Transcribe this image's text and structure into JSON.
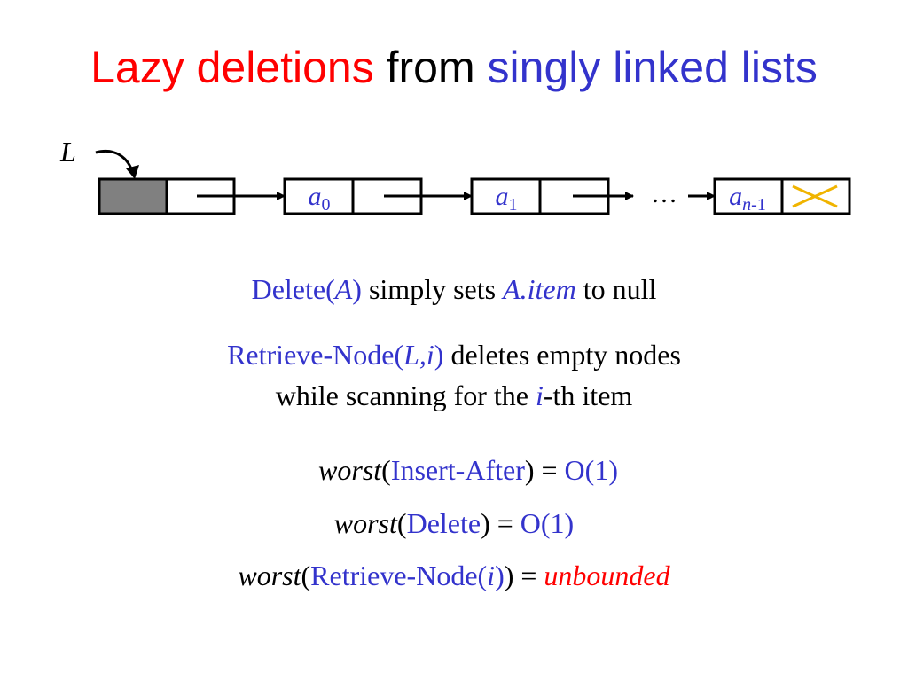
{
  "title": {
    "part1": "Lazy deletions",
    "part2": "from",
    "part3": "singly linked lists"
  },
  "diagram": {
    "head_label": "L",
    "nodes": [
      {
        "base": "a",
        "sub": "0"
      },
      {
        "base": "a",
        "sub": "1"
      },
      {
        "base": "a",
        "sub": "n-1",
        "sub_italic": "n",
        "sub_rest": "-1"
      }
    ],
    "ellipsis": "…",
    "colors": {
      "head_fill": "#808080",
      "null_marker": "#f0b400"
    }
  },
  "text": {
    "line1": {
      "a": "Delete(",
      "b": "A",
      "c": ")",
      "d": " simply sets ",
      "e": "A.item",
      "f": " to null"
    },
    "line2": {
      "a": "Retrieve-Node(",
      "b": "L,i",
      "c": ")",
      "d": " deletes empty nodes"
    },
    "line3": {
      "a": "while scanning for the ",
      "b": "i",
      "c": "-th item"
    },
    "line4": {
      "a": "worst",
      "b": "(",
      "c": "Insert-After",
      "d": ")",
      "e": " = ",
      "f": "O(1)"
    },
    "line5": {
      "a": "worst",
      "b": "(",
      "c": "Delete",
      "d": ")",
      "e": " = ",
      "f": "O(1)"
    },
    "line6": {
      "a": "worst",
      "b": "(",
      "c": "Retrieve-Node(",
      "d": "i",
      "e": ")",
      "f": ")",
      "g": " = ",
      "h": "unbounded"
    }
  }
}
